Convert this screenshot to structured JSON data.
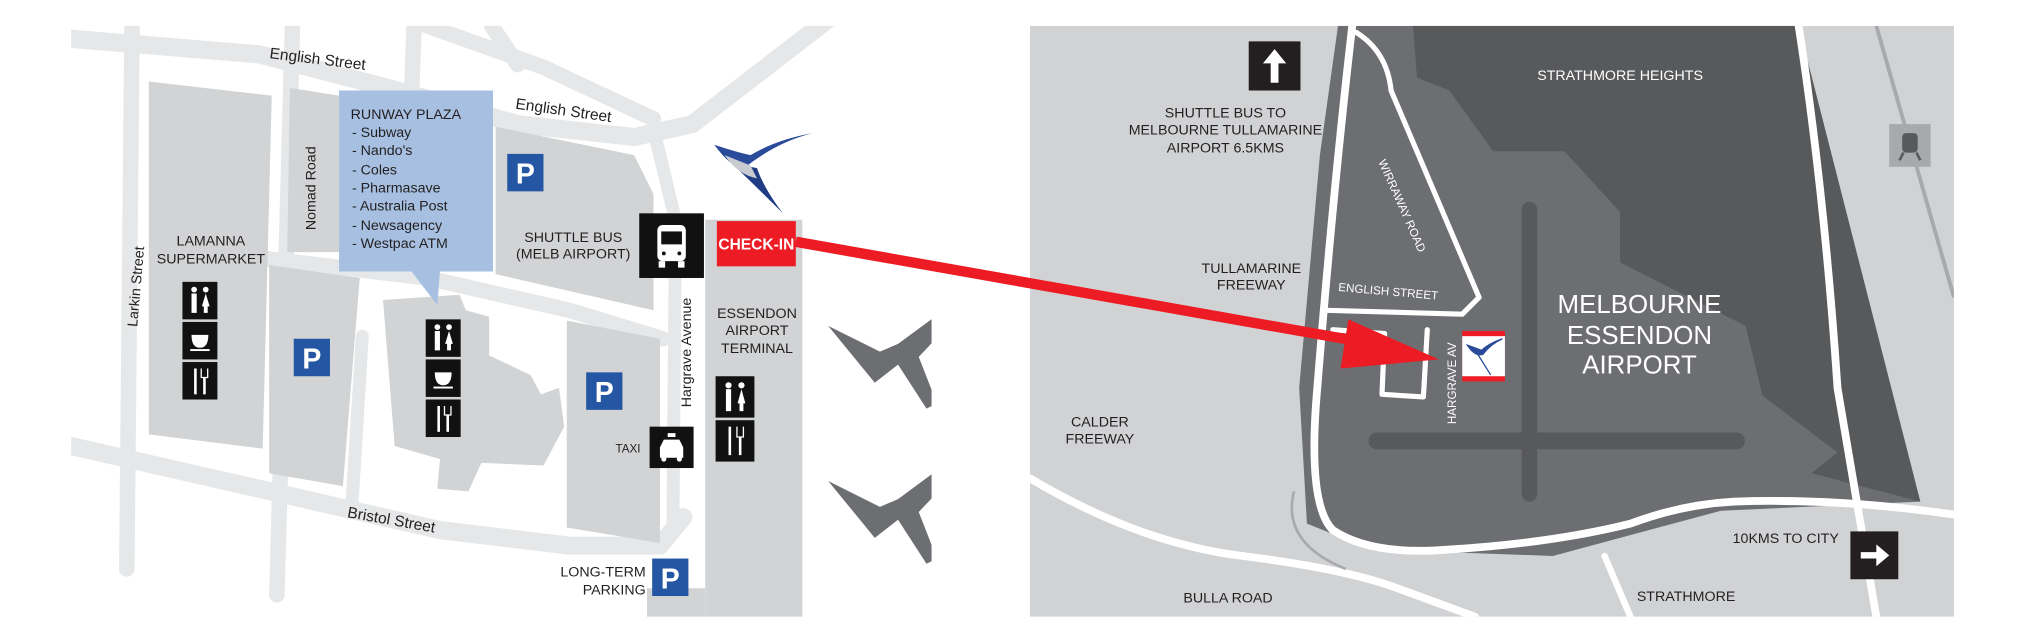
{
  "left_map": {
    "streets": {
      "english_1": "English Street",
      "english_2": "English Street",
      "nomad": "Nomad Road",
      "larkin": "Larkin Street",
      "bristol": "Bristol Street",
      "hargrave": "Hargrave Avenue"
    },
    "runway_plaza": {
      "title": "RUNWAY PLAZA",
      "items": [
        "- Subway",
        "- Nando's",
        "- Coles",
        "- Pharmasave",
        "- Australia Post",
        "- Newsagency",
        "- Westpac ATM"
      ]
    },
    "lamanna": [
      "LAMANNA",
      "SUPERMARKET"
    ],
    "shuttle": [
      "SHUTTLE BUS",
      "(MELB AIRPORT)"
    ],
    "checkin": "CHECK-IN",
    "terminal": [
      "ESSENDON",
      "AIRPORT",
      "TERMINAL"
    ],
    "taxi": "TAXI",
    "long_term": [
      "LONG-TERM",
      "PARKING"
    ],
    "parking_letter": "P"
  },
  "right_map": {
    "shuttle": [
      "SHUTTLE BUS TO",
      "MELBOURNE TULLAMARINE",
      "AIRPORT 6.5KMS"
    ],
    "strathmore_heights": "STRATHMORE HEIGHTS",
    "tullamarine": [
      "TULLAMARINE",
      "FREEWAY"
    ],
    "calder": [
      "CALDER",
      "FREEWAY"
    ],
    "bulla": "BULLA ROAD",
    "strathmore": "STRATHMORE",
    "to_city": "10KMS TO CITY",
    "english": "ENGLISH STREET",
    "wirraway": "WIRRAWAY ROAD",
    "hargrave": "HARGRAVE AV",
    "airport": [
      "MELBOURNE",
      "ESSENDON",
      "AIRPORT"
    ]
  },
  "colors": {
    "parking": "#2456a4",
    "checkin": "#ed1c24",
    "plaza": "#a7c0e2",
    "arrow": "#ed1c24"
  }
}
